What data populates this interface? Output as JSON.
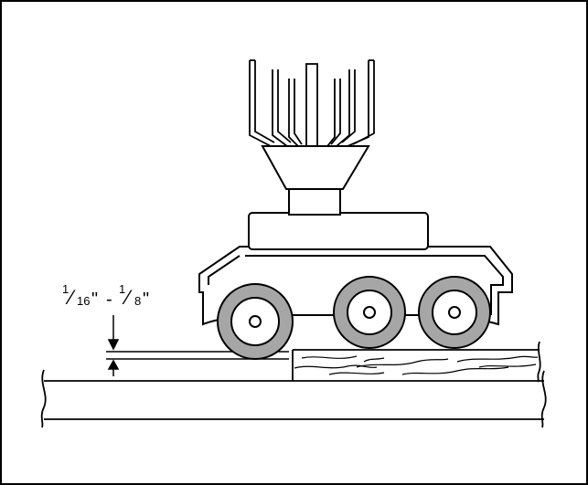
{
  "figure": {
    "dimension_label": {
      "min_numerator": "1",
      "min_denominator": "16",
      "min_unit": "\"",
      "separator": "-",
      "max_numerator": "1",
      "max_denominator": "8",
      "max_unit": "\""
    }
  },
  "colors": {
    "line": "#000000",
    "tire": "#a6a6a6",
    "background": "#ffffff"
  }
}
